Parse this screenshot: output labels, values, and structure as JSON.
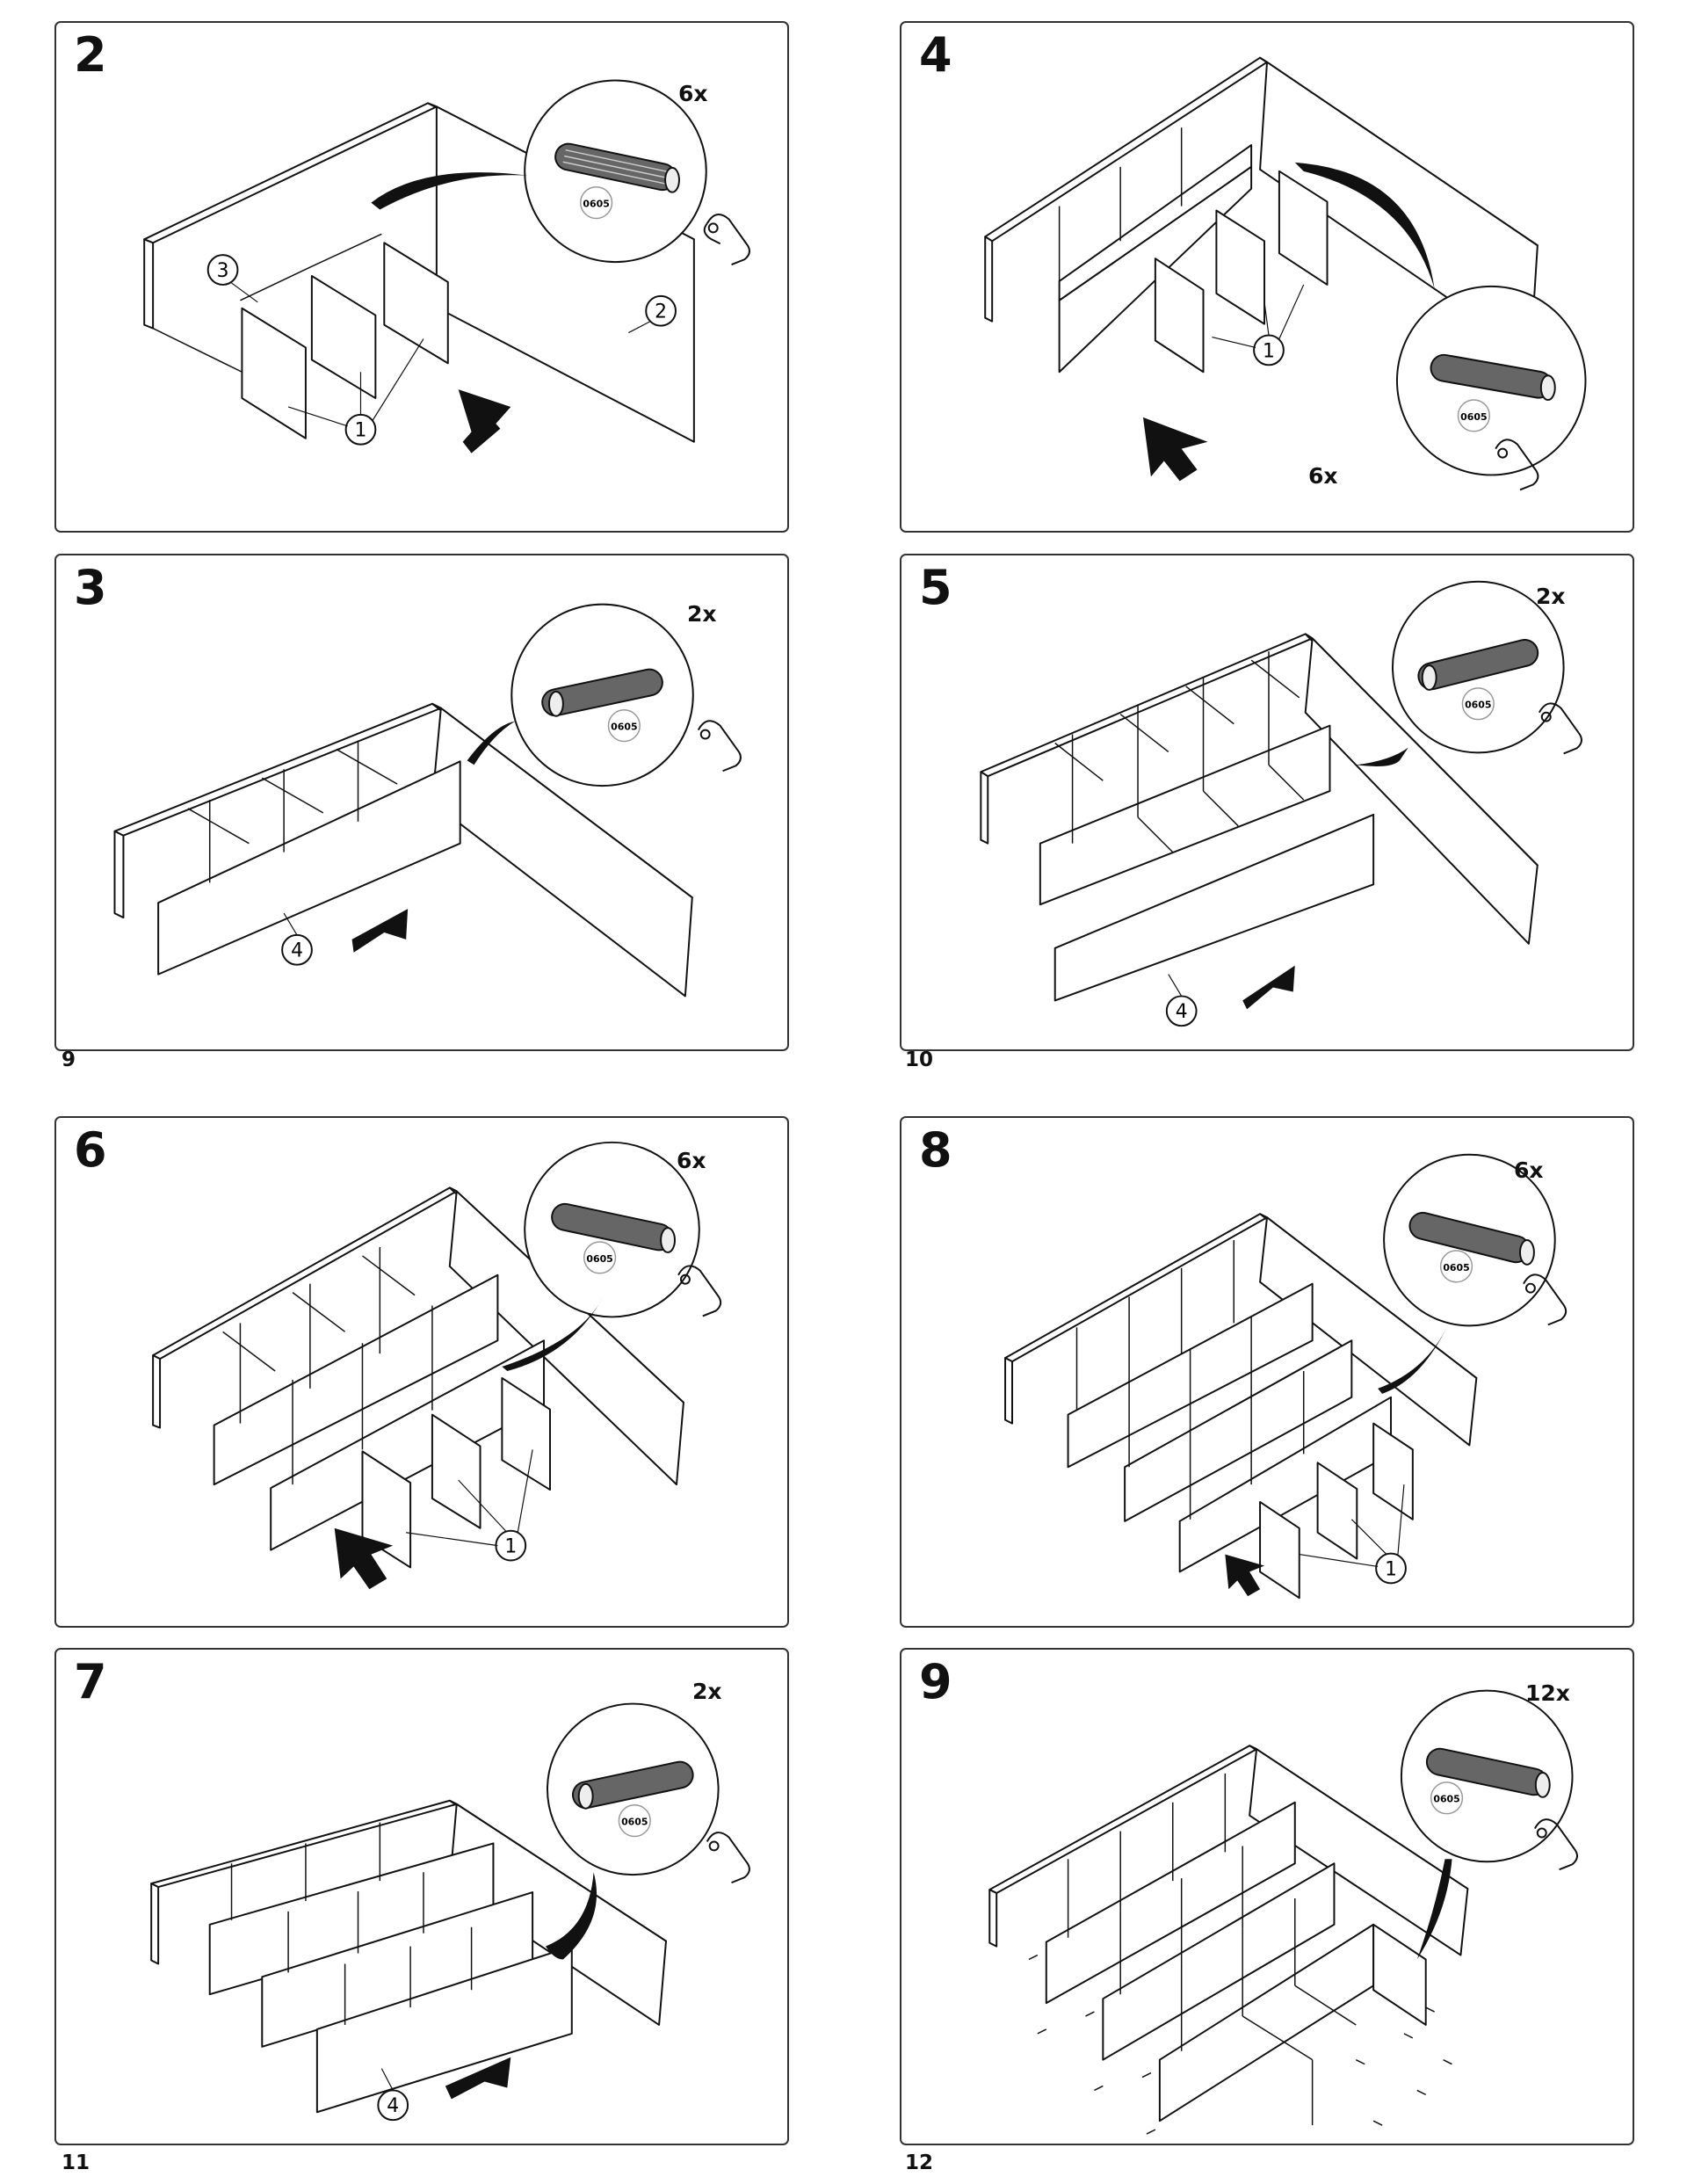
{
  "panels": [
    {
      "step": "2",
      "qty": "6x",
      "dowel_code": "0605",
      "parts": [
        "3",
        "2",
        "1"
      ]
    },
    {
      "step": "4",
      "qty": "6x",
      "dowel_code": "0605",
      "parts": [
        "1"
      ]
    },
    {
      "step": "3",
      "qty": "2x",
      "dowel_code": "0605",
      "parts": [
        "4"
      ]
    },
    {
      "step": "5",
      "qty": "2x",
      "dowel_code": "0605",
      "parts": [
        "4"
      ]
    },
    {
      "step": "6",
      "qty": "6x",
      "dowel_code": "0605",
      "parts": [
        "1"
      ]
    },
    {
      "step": "8",
      "qty": "6x",
      "dowel_code": "0605",
      "parts": [
        "1"
      ]
    },
    {
      "step": "7",
      "qty": "2x",
      "dowel_code": "0605",
      "parts": [
        "4"
      ]
    },
    {
      "step": "9",
      "qty": "12x",
      "dowel_code": "0605",
      "parts": []
    }
  ],
  "page_numbers": [
    "9",
    "10",
    "11",
    "12"
  ]
}
